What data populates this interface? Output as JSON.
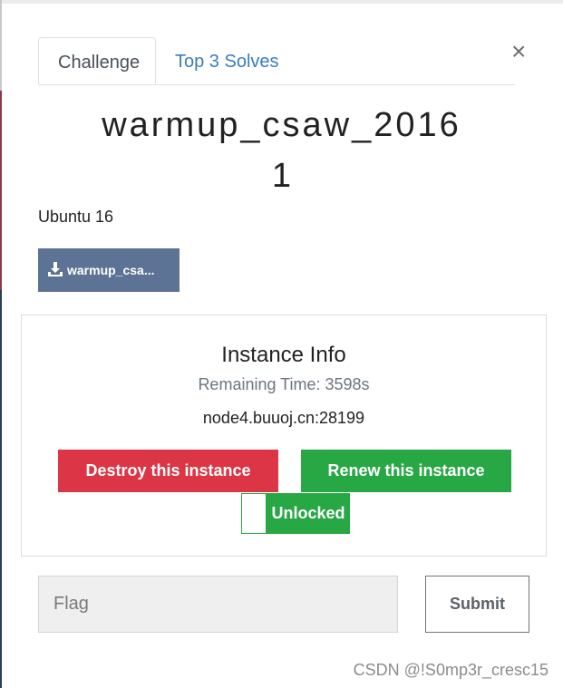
{
  "tabs": [
    {
      "label": "Challenge",
      "active": true
    },
    {
      "label": "Top 3 Solves",
      "active": false
    }
  ],
  "close_glyph": "×",
  "challenge": {
    "title_line1": "warmup_csaw_2016",
    "title_line2": "1",
    "description": "Ubuntu 16",
    "file_button_label": "warmup_csa..."
  },
  "instance": {
    "heading": "Instance Info",
    "remaining_time": "Remaining Time: 3598s",
    "host": "node4.buuoj.cn:28199",
    "destroy_label": "Destroy this instance",
    "renew_label": "Renew this instance",
    "unlocked_label": "Unlocked"
  },
  "flag_form": {
    "placeholder": "Flag",
    "value": "",
    "submit_label": "Submit"
  },
  "watermark": "CSDN @!S0mp3r_cresc15",
  "colors": {
    "destroy": "#dc3545",
    "renew": "#28a745",
    "file_button": "#5d7395",
    "tab_link": "#3a7cbf"
  },
  "icons": {
    "download": "download-icon",
    "close": "close-icon"
  }
}
